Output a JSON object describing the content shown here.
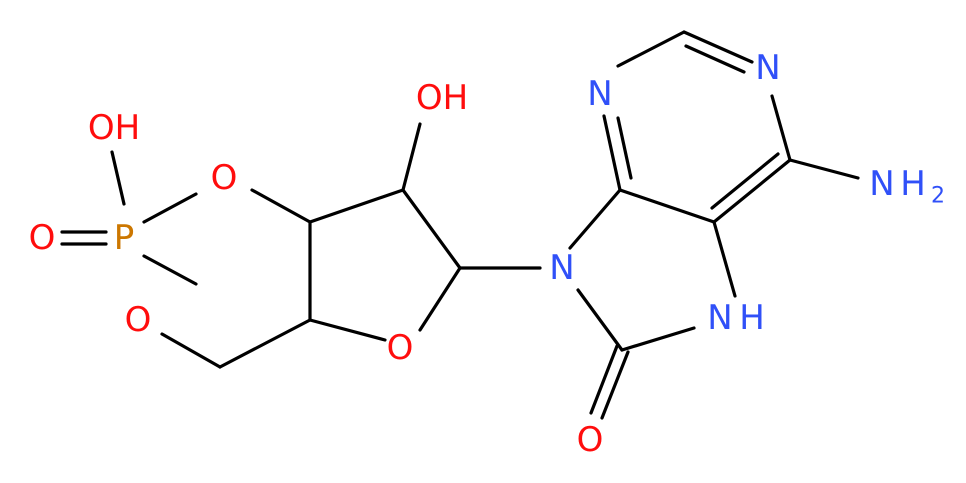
{
  "molecule": {
    "colors": {
      "oxygen": "#ff0d0d",
      "nitrogen": "#3050f8",
      "phosphorus": "#cc7700",
      "bond": "#000000"
    },
    "labels": {
      "p_oh": "OH",
      "p_o_double": "O",
      "p_atom": "P",
      "ring_o_upper": "O",
      "ring_o_lower": "O",
      "sugar_oh": "OH",
      "furanose_o": "O",
      "n9": "N",
      "n3": "N",
      "n1": "N",
      "amino_n": "N",
      "amino_h": "H",
      "amino_sub": "2",
      "n7_n": "N",
      "n7_h": "H",
      "carbonyl_o": "O"
    }
  }
}
